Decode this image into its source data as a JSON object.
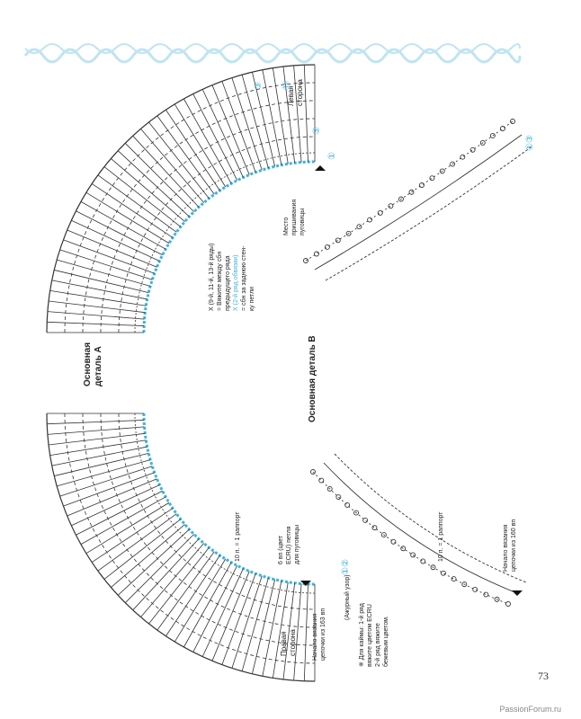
{
  "header_ornament": {
    "color": "#bfe4f1",
    "icon": "scroll-ornament-icon"
  },
  "colors": {
    "chart_ink": "#333333",
    "accent": "#3fb3d9"
  },
  "detail_a": {
    "title_line1": "Основная",
    "title_line2": "деталь А",
    "right_side_label_line1": "Правая",
    "right_side_label_line2": "сторона",
    "left_side_label_line1": "Левая",
    "left_side_label_line2": "сторона",
    "repeat_label": "10 п. = 1 раппорт",
    "start_label_line1": "Начало вязания",
    "start_label_line2": "цепочки из 163 вп",
    "buttonhole_line1": "6 вп (цвет",
    "buttonhole_line2": "ECRU) петля",
    "buttonhole_line3": "для пуговицы",
    "button_place_line1": "Место",
    "button_place_line2": "пришивания",
    "button_place_line3": "пуговицы",
    "circled_rows": [
      "⑬",
      "⑤",
      "①",
      "①②",
      "③"
    ],
    "legend": [
      "X (9-й, 11-й, 13-й ряды)",
      "= Вяжите между сбн",
      "предыдущего ряда",
      "X (2-й ряд обвязки)",
      "= сбн за заднюю стен-",
      "ку петли"
    ]
  },
  "detail_b": {
    "title": "Основная деталь В",
    "repeat_label": "10 п. = 1 раппорт",
    "start_label_line1": "Начало вязания",
    "start_label_line2": "цепочки из 160 вп",
    "circled_rows_start": "①③",
    "circled_rows_end": "①③"
  },
  "notes": {
    "pattern_note": "(Ажурный узор)",
    "border_line1": "※ Для каймы: 1-й ряд",
    "border_line2": "вяжите цветом ECRU",
    "border_line3": "2-й ряд вяжите",
    "border_line4": "бежевым цветом."
  },
  "page_number": "73",
  "site_credit": "PassionForum.ru"
}
